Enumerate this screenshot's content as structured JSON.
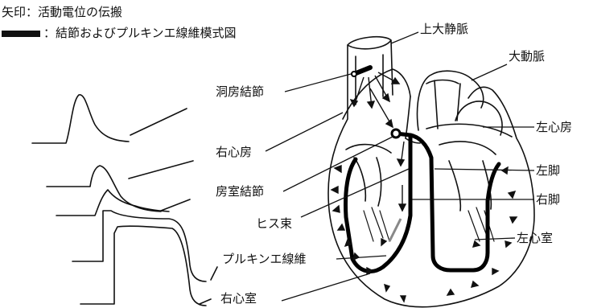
{
  "legend": {
    "arrow_text": "矢印：活動電位の伝搬",
    "bar_text": "：結節およびプルキンエ線維模式図"
  },
  "labels": {
    "svc": "上大静脈",
    "aorta": "大動脈",
    "left_atrium": "左心房",
    "left_bundle": "左脚",
    "right_bundle": "右脚",
    "left_ventricle": "左心室",
    "sa_node": "洞房結節",
    "right_atrium": "右心房",
    "av_node": "房室結節",
    "his_bundle": "ヒス束",
    "purkinje": "プルキンエ線維",
    "right_ventricle": "右心室"
  }
}
